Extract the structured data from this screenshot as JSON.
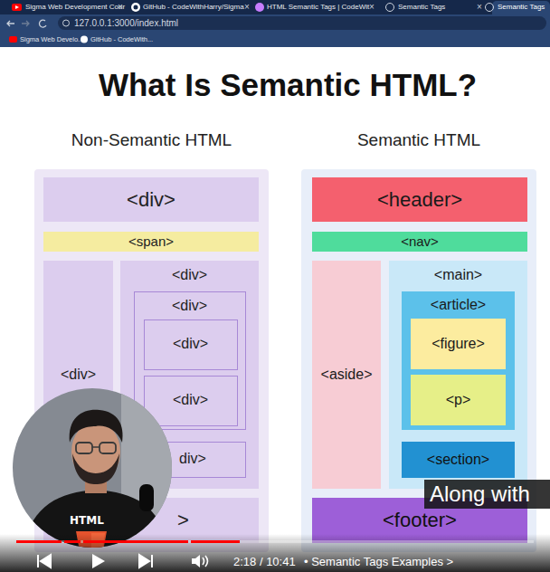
{
  "diagram": {
    "title": "What Is Semantic HTML?",
    "nodes": [
      {
        "text": [
          "Non-Semantic HTML"
        ]
      },
      {
        "text": [
          "<div>"
        ],
        "in": 0
      },
      {
        "text": [
          "<span>"
        ],
        "in": 0
      },
      {
        "text": [
          "<div>"
        ],
        "in": 0
      },
      {
        "text": [
          "<div>"
        ],
        "in": 0
      },
      {
        "text": [
          "<div>"
        ],
        "in": 4
      },
      {
        "text": [
          "<div>"
        ],
        "in": 5
      },
      {
        "text": [
          "<div>"
        ],
        "in": 5
      },
      {
        "text": [
          "div>"
        ],
        "in": 4
      },
      {
        "text": [
          ">"
        ],
        "in": 0
      },
      {
        "text": [
          "Semantic HTML"
        ]
      },
      {
        "text": [
          "<header>"
        ],
        "in": 10
      },
      {
        "text": [
          "<nav>"
        ],
        "in": 10
      },
      {
        "text": [
          "<aside>"
        ],
        "in": 10
      },
      {
        "text": [
          "<main>"
        ],
        "in": 10
      },
      {
        "text": [
          "<article>"
        ],
        "in": 14
      },
      {
        "text": [
          "<figure>"
        ],
        "in": 15
      },
      {
        "text": [
          "<p>"
        ],
        "in": 15
      },
      {
        "text": [
          "<section>"
        ],
        "in": 14
      },
      {
        "text": [
          "<footer>"
        ],
        "in": 10
      }
    ],
    "labels": [
      "Sigma Web Development Cour",
      "×",
      "GitHub - CodeWithHarry/Sigma",
      "×",
      "HTML Semantic Tags | CodeWit",
      "×",
      "Semantic Tags",
      "×",
      "Semantic Tags",
      "127.0.0.1:3000/index.html",
      "Sigma Web Develo...",
      "GitHub - CodeWith...",
      "HTML",
      "Along with",
      "2:18 / 10:41",
      "• Semantic Tags Examples >"
    ]
  }
}
